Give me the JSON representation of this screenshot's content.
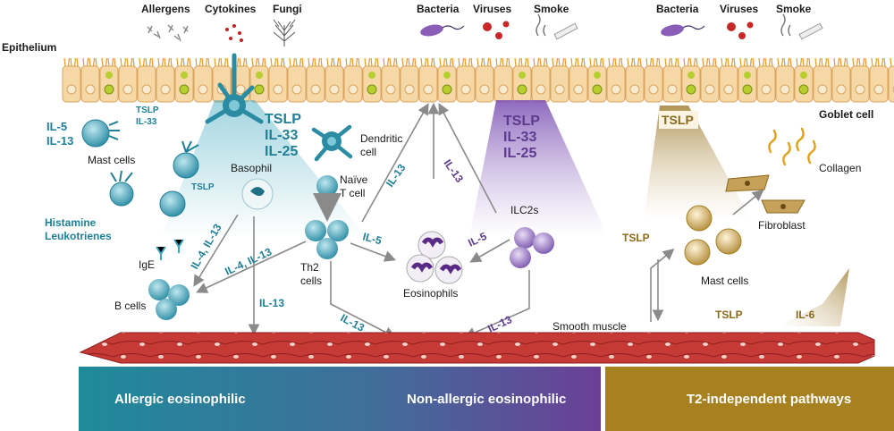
{
  "labels": {
    "epithelium": "Epithelium",
    "allergens": "Allergens",
    "cytokines": "Cytokines",
    "fungi": "Fungi",
    "bacteria": "Bacteria",
    "viruses": "Viruses",
    "smoke": "Smoke",
    "goblet_cell": "Goblet cell",
    "tslp": "TSLP",
    "il33": "IL-33",
    "il25": "IL-25",
    "il5": "IL-5",
    "il13": "IL-13",
    "il4_il13": "IL-4, IL-13",
    "il6": "IL-6",
    "mast_cells": "Mast cells",
    "basophil": "Basophil",
    "dendritic_cell_1": "Dendritic",
    "dendritic_cell_2": "cell",
    "naive_t_cell_1": "Naïve",
    "naive_t_cell_2": "T cell",
    "th2_cells_1": "Th2",
    "th2_cells_2": "cells",
    "ilc2s": "ILC2s",
    "eosinophils": "Eosinophils",
    "histamine": "Histamine",
    "leukotrienes": "Leukotrienes",
    "ige": "IgE",
    "b_cells": "B cells",
    "smooth_muscle": "Smooth muscle",
    "collagen": "Collagen",
    "fibroblast": "Fibroblast"
  },
  "bands": {
    "allergic": "Allergic eosinophilic",
    "non_allergic": "Non-allergic eosinophilic",
    "t2_independent": "T2-independent pathways"
  },
  "colors": {
    "teal": "#1f7f97",
    "purple": "#5e3b8e",
    "gold": "#a7811f",
    "muscle": "#b3262b",
    "epithelium": "#f6d7a6"
  }
}
